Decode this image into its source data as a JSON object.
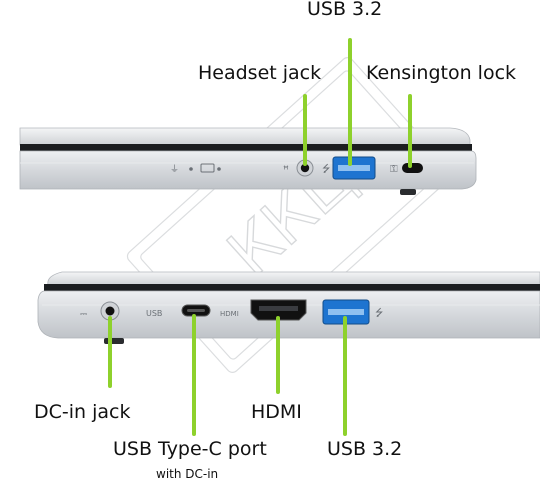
{
  "labels": {
    "top_usb": "USB 3.2",
    "headset": "Headset jack",
    "kensington": "Kensington lock",
    "dc_in": "DC-in jack",
    "hdmi": "HDMI",
    "usb_c": "USB Type-C port",
    "usb_c_sub": "with DC-in",
    "bottom_usb": "USB 3.2"
  },
  "watermark": "ККЦ",
  "colors": {
    "callout": "#8ed12c",
    "usb_blue": "#1e74d0",
    "chassis": "#c9cdd2",
    "bezel": "#1b1d20"
  }
}
